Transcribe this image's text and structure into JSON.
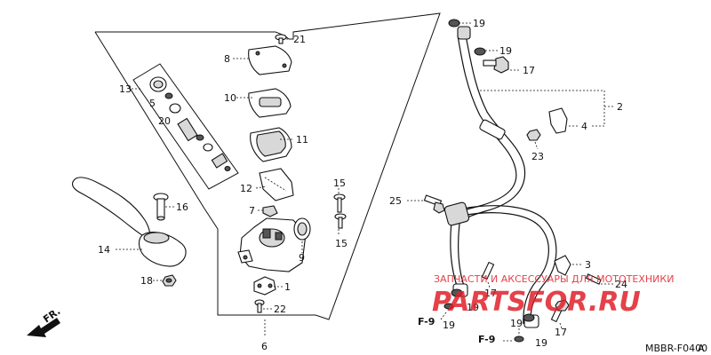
{
  "callouts": {
    "c1": "1",
    "c2": "2",
    "c3": "3",
    "c4": "4",
    "c5": "5",
    "c6": "6",
    "c7": "7",
    "c8": "8",
    "c9": "9",
    "c10": "10",
    "c11": "11",
    "c12": "12",
    "c13": "13",
    "c14": "14",
    "c15a": "15",
    "c15b": "15",
    "c16": "16",
    "c17a": "17",
    "c17b": "17",
    "c17c": "17",
    "c18": "18",
    "c19a": "19",
    "c19b": "19",
    "c19c": "19",
    "c19d": "19",
    "c19e": "19",
    "c19f": "19",
    "c20": "20",
    "c21": "21",
    "c22": "22",
    "c23": "23",
    "c24": "24",
    "c25": "25"
  },
  "refs": {
    "f9a": "F-9",
    "f9b": "F-9",
    "fr": "FR."
  },
  "code": "MBBR-F0400",
  "code_suffix": "A",
  "watermark": {
    "line1": "ЗАПЧАСТИ И АКСЕССУАРЫ ДЛЯ МОТОТЕХНИКИ",
    "line2": "PARTSFOR.RU"
  },
  "colors": {
    "watermark": "#e0202a",
    "ink": "#111111"
  }
}
